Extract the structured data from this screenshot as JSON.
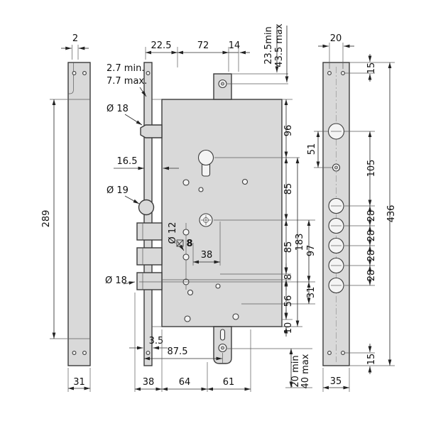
{
  "colors": {
    "plate_fill": "#d9d9d9",
    "line": "#3b3b3b",
    "background": "#ffffff"
  },
  "left_view": {
    "width_top": "2",
    "height": "289",
    "width_bottom": "31"
  },
  "center_view": {
    "top": {
      "d22_5": "22.5",
      "d72": "72",
      "d14": "14",
      "dmin": "23.5min",
      "dmax": "43.5 max"
    },
    "left": {
      "gap_min": "2.7 min.",
      "gap_max": "7.7 max.",
      "latch_dia": "Ø 18",
      "d16_5": "16.5",
      "roller_dia": "Ø 19",
      "bolt_dia": "Ø 18",
      "shaft_dia": "Ø 12",
      "square_size": "8",
      "d38": "38"
    },
    "right": {
      "d96": "96",
      "d85a": "85",
      "d85b": "85",
      "d183": "183",
      "d8": "8",
      "d56": "56",
      "d10": "10",
      "d97": "97",
      "d31": "31"
    },
    "bottom": {
      "d3_5": "3.5",
      "d87_5": "87.5",
      "d38": "38",
      "d64": "64",
      "d61": "61",
      "depth_min": "20 min",
      "depth_max": "40 max"
    }
  },
  "right_view": {
    "width_top": "20",
    "d15_top": "15",
    "d51": "51",
    "d105": "105",
    "d28": [
      "28",
      "28",
      "28",
      "28"
    ],
    "height": "436",
    "d15_bottom": "15",
    "width_bottom": "35"
  }
}
